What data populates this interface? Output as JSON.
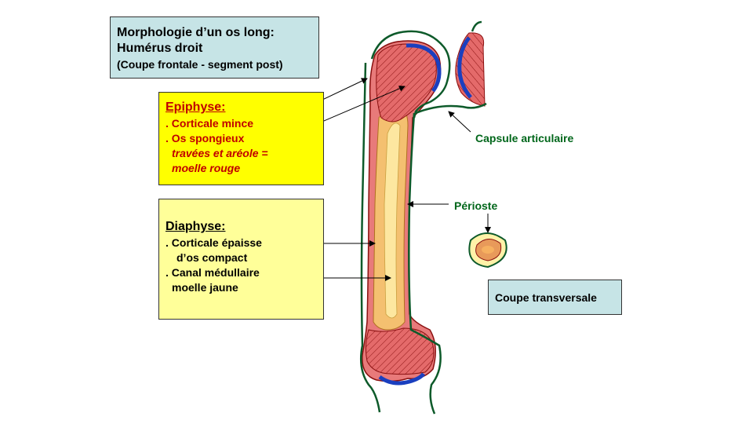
{
  "title": {
    "line1": "Morphologie d’un os long:",
    "line2": "Humérus droit",
    "line3": "(Coupe frontale - segment post)"
  },
  "epiphyse": {
    "heading": "Epiphyse:",
    "items": [
      ". Corticale mince",
      ". Os spongieux",
      "travées et aréole =",
      "moelle rouge"
    ]
  },
  "diaphyse": {
    "heading": "Diaphyse:",
    "items": [
      ". Corticale épaisse",
      "d’os compact",
      ". Canal médullaire",
      "moelle jaune"
    ]
  },
  "labels": {
    "capsule": "Capsule articulaire",
    "perioste": "Périoste",
    "coupe": "Coupe transversale"
  },
  "colors": {
    "epiphyse_bg": "#ffff00",
    "diaphyse_bg": "#ffff99",
    "info_bg": "#c6e4e6",
    "epiphyse_text": "#c00000",
    "label_green": "#00661a",
    "bone_red": "#e05050",
    "marrow_yellow": "#fde7a0",
    "cartilage_blue": "#1a3fbf",
    "capsule_green": "#0d5a2a"
  }
}
